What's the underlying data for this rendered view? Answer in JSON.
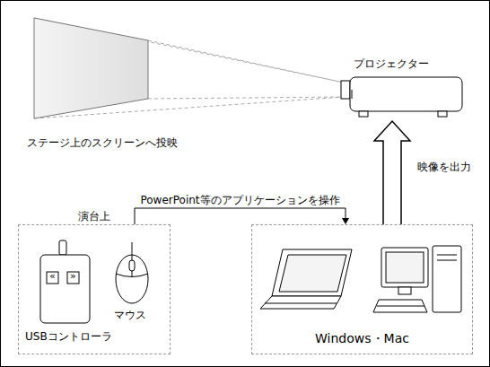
{
  "diagram": {
    "nodes": [
      {
        "text": [
          "ステージ上のスクリーンへ投映"
        ]
      },
      {
        "text": [
          "プロジェクター"
        ]
      },
      {
        "text": [
          "演台上"
        ]
      },
      {
        "text": [
          "Windows・Mac"
        ]
      }
    ],
    "edges": [
      {
        "from": 2,
        "to": 3,
        "label": "PowerPoint等のアプリケーションを操作",
        "arrow": "to"
      },
      {
        "from": 3,
        "to": 1,
        "label": "映像を出力",
        "arrow": "to"
      }
    ],
    "labels": [
      "«",
      "»",
      "USBコントローラ",
      "マウス"
    ]
  }
}
